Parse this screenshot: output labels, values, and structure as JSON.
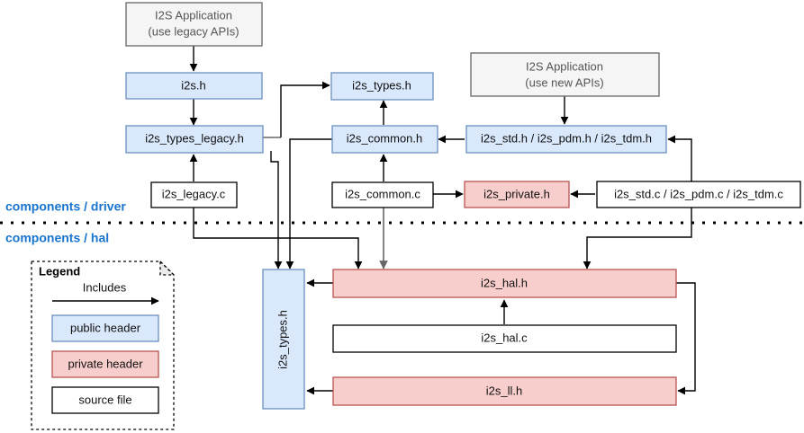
{
  "diagram": {
    "title_present": false,
    "zones": [
      {
        "id": "driver",
        "label": "components / driver"
      },
      {
        "id": "hal",
        "label": "components / hal"
      }
    ],
    "colors": {
      "public_header_fill": "#dae8fc",
      "public_header_stroke": "#6c8ebf",
      "private_header_fill": "#f8cecc",
      "private_header_stroke": "#b85450",
      "source_file_fill": "#ffffff",
      "source_file_stroke": "#000000",
      "application_fill": "#f5f5f5",
      "application_stroke": "#666666",
      "zone_label_color": "#1874cd",
      "edge_color": "#000000"
    },
    "nodes": [
      {
        "id": "app_legacy",
        "label_line1": "I2S Application",
        "label_line2": "(use legacy APIs)",
        "type": "application"
      },
      {
        "id": "i2s_h",
        "label": "i2s.h",
        "type": "public_header"
      },
      {
        "id": "i2s_types_legacy_h",
        "label": "i2s_types_legacy.h",
        "type": "public_header"
      },
      {
        "id": "i2s_legacy_c",
        "label": "i2s_legacy.c",
        "type": "source_file"
      },
      {
        "id": "i2s_types_h_top",
        "label": "i2s_types.h",
        "type": "public_header"
      },
      {
        "id": "i2s_common_h",
        "label": "i2s_common.h",
        "type": "public_header"
      },
      {
        "id": "i2s_common_c",
        "label": "i2s_common.c",
        "type": "source_file"
      },
      {
        "id": "app_new",
        "label_line1": "I2S Application",
        "label_line2": "(use new APIs)",
        "type": "application"
      },
      {
        "id": "i2s_std_h",
        "label": "i2s_std.h / i2s_pdm.h / i2s_tdm.h",
        "type": "public_header"
      },
      {
        "id": "i2s_private_h",
        "label": "i2s_private.h",
        "type": "private_header"
      },
      {
        "id": "i2s_std_c",
        "label": "i2s_std.c / i2s_pdm.c / i2s_tdm.c",
        "type": "source_file"
      },
      {
        "id": "i2s_types_h_hal",
        "label": "i2s_types.h",
        "type": "public_header",
        "orientation": "vertical"
      },
      {
        "id": "i2s_hal_h",
        "label": "i2s_hal.h",
        "type": "private_header"
      },
      {
        "id": "i2s_hal_c",
        "label": "i2s_hal.c",
        "type": "source_file"
      },
      {
        "id": "i2s_ll_h",
        "label": "i2s_ll.h",
        "type": "private_header"
      }
    ],
    "edges": [
      {
        "from": "app_legacy",
        "to": "i2s_h"
      },
      {
        "from": "i2s_h",
        "to": "i2s_types_legacy_h"
      },
      {
        "from": "i2s_legacy_c",
        "to": "i2s_types_legacy_h"
      },
      {
        "from": "i2s_types_legacy_h",
        "to": "i2s_types_h_top"
      },
      {
        "from": "i2s_common_h",
        "to": "i2s_types_h_top"
      },
      {
        "from": "i2s_common_c",
        "to": "i2s_common_h"
      },
      {
        "from": "i2s_std_h",
        "to": "i2s_common_h"
      },
      {
        "from": "app_new",
        "to": "i2s_std_h"
      },
      {
        "from": "i2s_std_c",
        "to": "i2s_std_h"
      },
      {
        "from": "i2s_common_c",
        "to": "i2s_private_h"
      },
      {
        "from": "i2s_std_c",
        "to": "i2s_private_h"
      },
      {
        "from": "i2s_legacy_c",
        "to": "i2s_hal_h"
      },
      {
        "from": "i2s_common_c",
        "to": "i2s_hal_h"
      },
      {
        "from": "i2s_std_c",
        "to": "i2s_hal_h"
      },
      {
        "from": "i2s_types_legacy_h",
        "to": "i2s_types_h_hal"
      },
      {
        "from": "i2s_common_h",
        "to": "i2s_types_h_hal"
      },
      {
        "from": "i2s_hal_h",
        "to": "i2s_types_h_hal"
      },
      {
        "from": "i2s_ll_h",
        "to": "i2s_types_h_hal"
      },
      {
        "from": "i2s_hal_c",
        "to": "i2s_hal_h"
      },
      {
        "from": "i2s_hal_h",
        "to": "i2s_ll_h"
      }
    ]
  },
  "legend": {
    "title": "Legend",
    "arrow_label": "Includes",
    "items": [
      {
        "id": "public",
        "label": "public header"
      },
      {
        "id": "private",
        "label": "private header"
      },
      {
        "id": "source",
        "label": "source file"
      }
    ]
  }
}
